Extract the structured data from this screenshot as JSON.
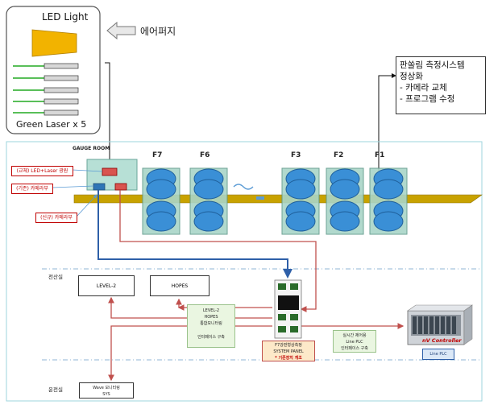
{
  "device_box": {
    "led_label": "LED Light",
    "laser_label": "Green Laser x 5"
  },
  "air_purge_label": "에어퍼지",
  "upgrade_note": {
    "title_line1": "판쏠림 측정시스템",
    "title_line2": "정상화",
    "item1": "-  카메라 교체",
    "item2": "-  프로그램 수정"
  },
  "gauge_room_label": "GAUGE ROOM",
  "stands": [
    "F7",
    "F6",
    "F3",
    "F2",
    "F1"
  ],
  "tags": {
    "replace": "(교체) LED+Laser 광원",
    "existing_camera": "(기존) 카메라부",
    "new_camera": "(신규) 카메라부"
  },
  "zones": {
    "computer_room": "전산실",
    "operation_room": "운전실"
  },
  "computer_boxes": {
    "level2": "LEVEL-2",
    "hopes": "HOPES"
  },
  "integration_box": {
    "line1": "LEVEL-2",
    "line2": "HOPES",
    "line3": "통합모니터링",
    "line4": "인터페이스 구축"
  },
  "panel_caption": {
    "line1": "F7강판형상측정",
    "line2": "SYSTEM PANEL",
    "line3": "* 기존장치 개조"
  },
  "plc_note": {
    "line1": "실시간 제어용",
    "line2": "Line PLC",
    "line3": "인터페이스 구축"
  },
  "controller_label": "nV Controller",
  "line_plc_label": "Line PLC",
  "wave_box": {
    "line1": "Wave 모니터링",
    "line2": "SYS"
  },
  "colors": {
    "laser_green": "#22aa22",
    "led_yellow": "#f2b300",
    "line_red": "#c0504d",
    "line_blue": "#2e5fa8",
    "rail_yellow": "#c8a200",
    "roll_blue": "#3a8fd6",
    "stand_green": "#a9d5c8",
    "tag_red": "#c00000"
  }
}
